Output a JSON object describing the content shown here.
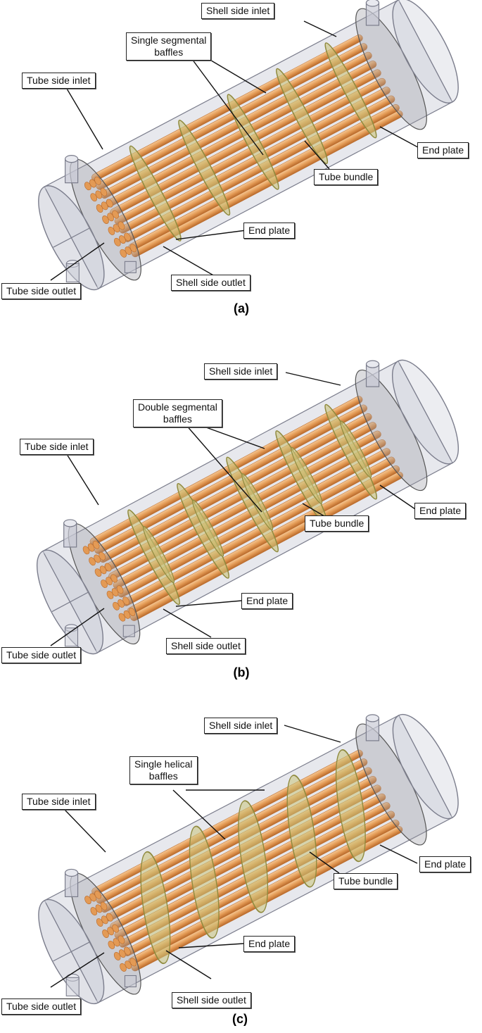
{
  "panels": [
    {
      "caption": "(a)",
      "labels": {
        "shell_inlet": "Shell side inlet",
        "baffles": [
          "Single segmental",
          "baffles"
        ],
        "tube_inlet": "Tube side inlet",
        "end_plate_right": "End plate",
        "tube_bundle": "Tube bundle",
        "end_plate_left": "End plate",
        "shell_outlet": "Shell side outlet",
        "tube_outlet": "Tube side outlet"
      }
    },
    {
      "caption": "(b)",
      "labels": {
        "shell_inlet": "Shell side inlet",
        "baffles": [
          "Double segmental",
          "baffles"
        ],
        "tube_inlet": "Tube side inlet",
        "end_plate_right": "End plate",
        "tube_bundle": "Tube bundle",
        "end_plate_left": "End plate",
        "shell_outlet": "Shell side outlet",
        "tube_outlet": "Tube side outlet"
      }
    },
    {
      "caption": "(c)",
      "labels": {
        "shell_inlet": "Shell side inlet",
        "baffles": [
          "Single helical",
          "baffles"
        ],
        "tube_inlet": "Tube side inlet",
        "end_plate_right": "End plate",
        "tube_bundle": "Tube bundle",
        "end_plate_left": "End plate",
        "shell_outlet": "Shell side outlet",
        "tube_outlet": "Tube side outlet"
      }
    }
  ],
  "colors": {
    "shell": "#c9cbd6",
    "shell_edge": "#7b7d8c",
    "tube": "#e39a55",
    "tube_dark": "#b96a2b",
    "tube_light": "#f6c793",
    "baffle": "#c9c27a",
    "baffle_edge": "#8f8a3e",
    "end_plate": "#9a9aa4"
  }
}
